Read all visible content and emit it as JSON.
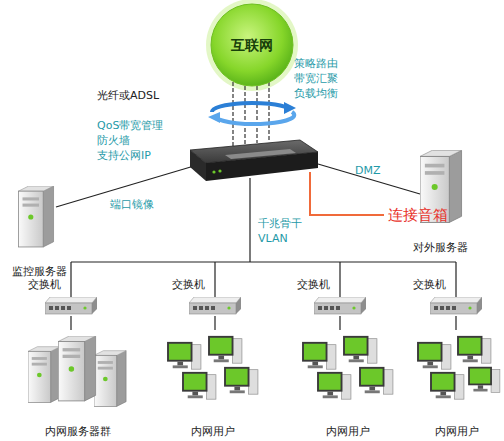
{
  "diagram": {
    "nodes": [
      {
        "text": [
          "互联网"
        ]
      },
      {
        "text": [
          "监控服务器"
        ]
      },
      {
        "text": [
          "对外服务器"
        ]
      },
      {
        "text": [
          "交换机"
        ]
      },
      {
        "text": [
          "交换机"
        ]
      },
      {
        "text": [
          "交换机"
        ]
      },
      {
        "text": [
          "交换机"
        ]
      },
      {
        "text": [
          "内网服务器群"
        ]
      },
      {
        "text": [
          "内网用户"
        ]
      },
      {
        "text": [
          "内网用户"
        ]
      },
      {
        "text": [
          "内网用户"
        ]
      }
    ],
    "edges": [
      {
        "from": 3,
        "to": 7,
        "arrow": "none"
      },
      {
        "from": 4,
        "to": 8,
        "arrow": "none"
      },
      {
        "from": 5,
        "to": 9,
        "arrow": "none"
      },
      {
        "from": 6,
        "to": 10,
        "arrow": "none"
      }
    ],
    "labels": [
      "光纤或ADSL",
      "策略路由 带宽汇聚 负载均衡",
      "QoS带宽管理 防火墙 支持公网IP",
      "端口镜像",
      "DMZ",
      "千兆骨干 VLAN",
      "连接音箱"
    ]
  }
}
